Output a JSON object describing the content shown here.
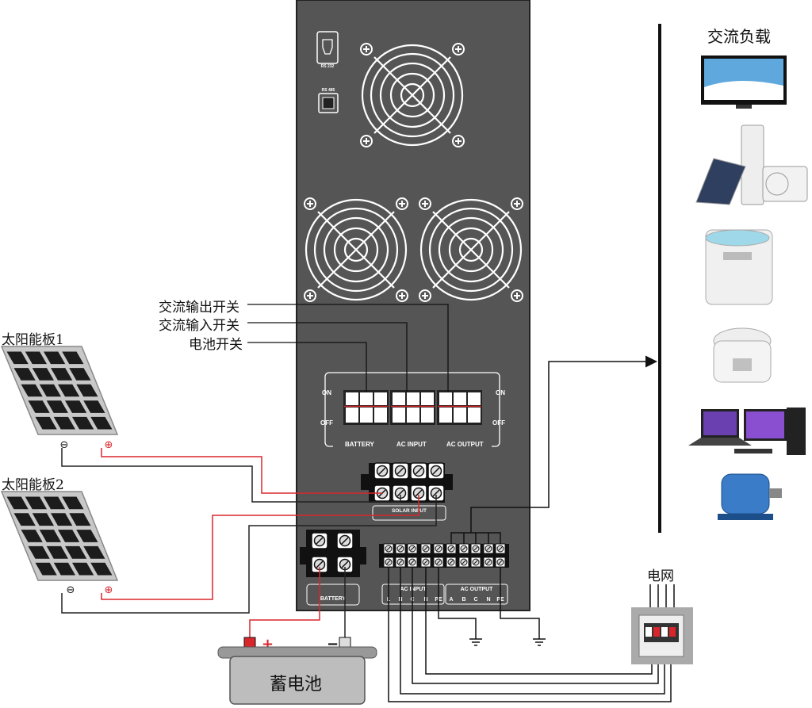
{
  "labels": {
    "ac_load": "交流负载",
    "ac_output_switch": "交流输出开关",
    "ac_input_switch": "交流输入开关",
    "battery_switch": "电池开关",
    "solar_panel_1": "太阳能板1",
    "solar_panel_2": "太阳能板2",
    "grid": "电网",
    "battery_bank": "蓄电池"
  },
  "inverter": {
    "port_rs232": "RS 232",
    "port_rs485": "RS 485",
    "on": "ON",
    "off": "OFF",
    "breaker_battery": "BATTERY",
    "breaker_ac_input": "AC INPUT",
    "breaker_ac_output": "AC OUTPUT",
    "solar_input": "SOLAR INPUT",
    "battery_terminal": "BATTERY",
    "ac_input_terminal": "AC INPUT",
    "ac_output_terminal": "AC OUTPUT",
    "ac_input_pins": [
      "L",
      "N",
      "C",
      "N",
      "PE"
    ],
    "ac_output_pins": [
      "A",
      "B",
      "C",
      "N",
      "PE"
    ]
  },
  "polarity": {
    "negative": "⊖",
    "positive": "⊕",
    "plus": "+",
    "minus": "−"
  },
  "loads": [
    "television-icon",
    "air-conditioner-solar-water-heater-icon",
    "washing-machine-icon",
    "rice-cooker-icon",
    "computer-icon",
    "electric-motor-icon"
  ],
  "colors": {
    "panel": "#555555",
    "positive_wire": "#d9262b",
    "negative_wire": "#222222"
  }
}
